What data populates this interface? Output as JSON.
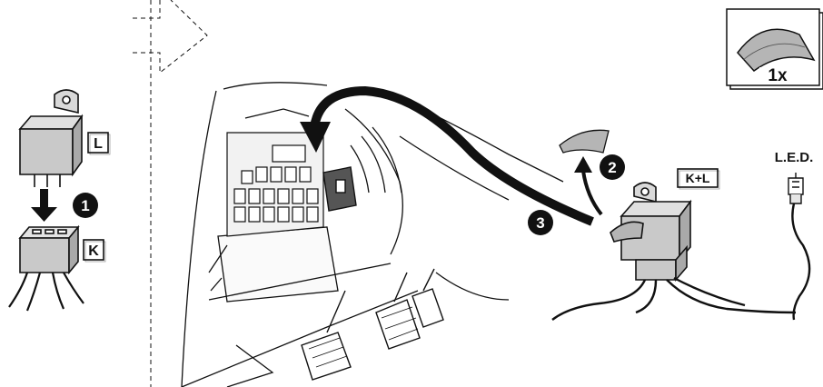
{
  "labels": {
    "relay_l": "L",
    "socket_k": "K",
    "relay_kl": "K+L",
    "led": "L.E.D.",
    "quantity": "1x"
  },
  "steps": [
    "1",
    "2",
    "3"
  ],
  "icons": {
    "adhesive_pad": "adhesive-pad-icon",
    "relay": "relay-icon",
    "socket": "relay-socket-icon",
    "led": "led-icon"
  },
  "colors": {
    "relay_fill": "#c9c9c9",
    "line": "#111111",
    "step_badge": "#111111",
    "pad_fill": "#b5b5b5",
    "label_box": "#ffffff"
  }
}
